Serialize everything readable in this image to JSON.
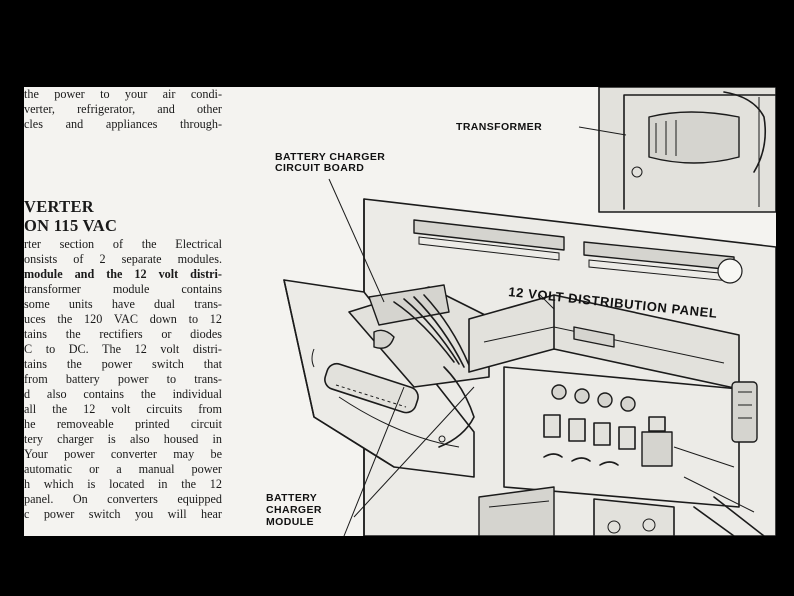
{
  "text_lines": [
    "the power to your air condi-",
    "verter, refrigerator, and other",
    "cles and appliances through-"
  ],
  "section_heading": [
    "VERTER",
    "ON 115 VAC"
  ],
  "body_lines": [
    "rter section of the Electrical",
    "onsists of 2 separate modules.",
    "module and the 12 volt distri-",
    "transformer module contains",
    "some units have dual trans-",
    "uces the 120 VAC down to 12",
    "tains the rectifiers or diodes",
    "C to DC. The 12 volt distri-",
    "tains the power switch that",
    "from battery power to trans-",
    "d also contains the individual",
    "all the 12 volt circuits from",
    "he removeable printed circuit",
    "tery charger is also housed in",
    "Your power converter may be",
    "automatic or a manual power",
    "h which is located in the 12",
    "panel. On converters equipped",
    "c power switch you will hear"
  ],
  "callouts": {
    "transformer": "TRANSFORMER",
    "circuit_board_1": "BATTERY CHARGER",
    "circuit_board_2": "CIRCUIT BOARD",
    "distribution_panel": "12 VOLT DISTRIBUTION PANEL",
    "module_1": "BATTERY",
    "module_2": "CHARGER",
    "module_3": "MODULE"
  },
  "colors": {
    "background": "#000000",
    "paper": "#f4f3f0",
    "ink": "#1b1b1b"
  }
}
